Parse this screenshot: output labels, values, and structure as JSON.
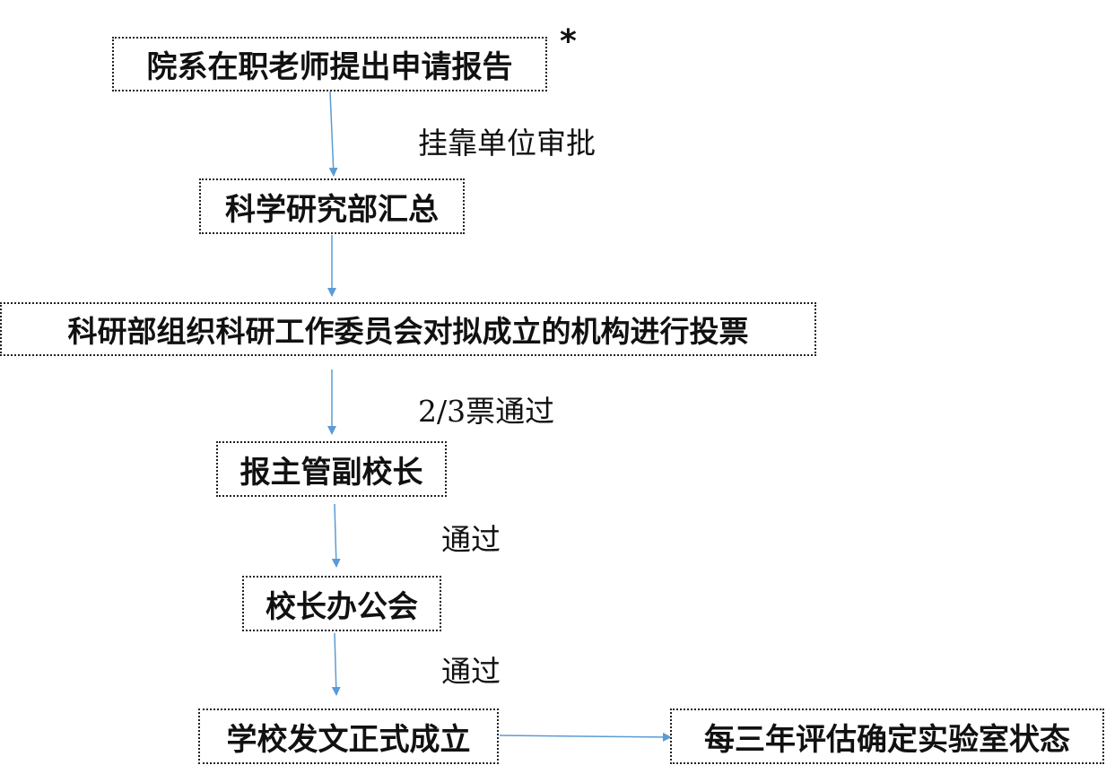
{
  "flowchart": {
    "steps": [
      "院系在职老师提出申请报告",
      "科学研究部汇总",
      "科研部组织科研工作委员会对拟成立的机构进行投票",
      "报主管副校长",
      "校长办公会",
      "学校发文正式成立",
      "每三年评估确定实验室状态"
    ],
    "edge_labels": [
      "挂靠单位审批",
      "2/3票通过",
      "通过",
      "通过"
    ],
    "note_marker": "*",
    "colors": {
      "arrow": "#5b9bd5",
      "border": "#222222",
      "text": "#111111"
    }
  }
}
